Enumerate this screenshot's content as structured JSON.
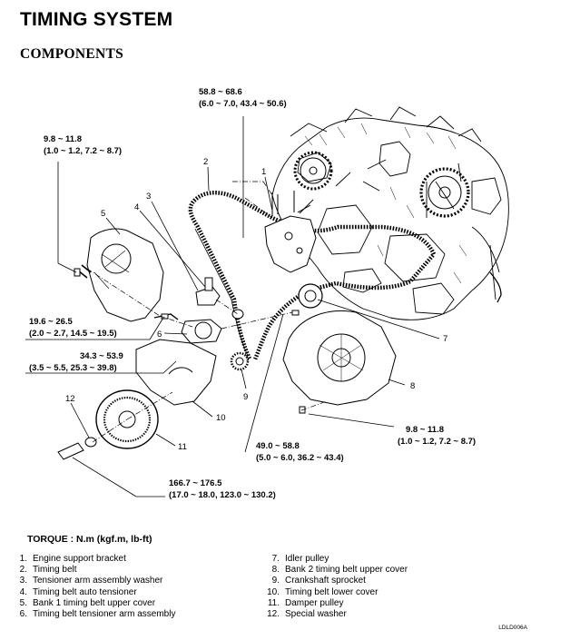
{
  "title": "TIMING SYSTEM",
  "section": "COMPONENTS",
  "torques": {
    "t1": {
      "nm": "58.8 ~ 68.6",
      "alt": "(6.0 ~ 7.0, 43.4 ~ 50.6)"
    },
    "t2": {
      "nm": "9.8 ~ 11.8",
      "alt": "(1.0 ~ 1.2, 7.2 ~ 8.7)"
    },
    "t3": {
      "nm": "19.6 ~ 26.5",
      "alt": "(2.0 ~ 2.7, 14.5 ~ 19.5)"
    },
    "t4": {
      "nm": "34.3 ~ 53.9",
      "alt": "(3.5 ~ 5.5, 25.3 ~ 39.8)"
    },
    "t5": {
      "nm": "9.8 ~ 11.8",
      "alt": "(1.0 ~ 1.2, 7.2 ~ 8.7)"
    },
    "t6": {
      "nm": "49.0 ~ 58.8",
      "alt": "(5.0 ~ 6.0, 36.2 ~ 43.4)"
    },
    "t7": {
      "nm": "166.7 ~ 176.5",
      "alt": "(17.0 ~ 18.0, 123.0 ~ 130.2)"
    }
  },
  "callouts": [
    "1",
    "2",
    "3",
    "4",
    "5",
    "6",
    "7",
    "8",
    "9",
    "10",
    "11",
    "12"
  ],
  "torque_unit_label": "TORQUE : N.m (kgf.m, lb-ft)",
  "legend_left": [
    {
      "num": "1.",
      "label": "Engine support bracket"
    },
    {
      "num": "2.",
      "label": "Timing belt"
    },
    {
      "num": "3.",
      "label": "Tensioner arm assembly washer"
    },
    {
      "num": "4.",
      "label": "Timing belt auto tensioner"
    },
    {
      "num": "5.",
      "label": "Bank 1 timing belt upper cover"
    },
    {
      "num": "6.",
      "label": "Timing belt tensioner arm assembly"
    }
  ],
  "legend_right": [
    {
      "num": "7.",
      "label": "Idler pulley"
    },
    {
      "num": "8.",
      "label": "Bank 2 timing belt upper cover"
    },
    {
      "num": "9.",
      "label": "Crankshaft sprocket"
    },
    {
      "num": "10.",
      "label": "Timing belt lower cover"
    },
    {
      "num": "11.",
      "label": "Damper pulley"
    },
    {
      "num": "12.",
      "label": "Special washer"
    }
  ],
  "figure_code": "LDLD006A"
}
